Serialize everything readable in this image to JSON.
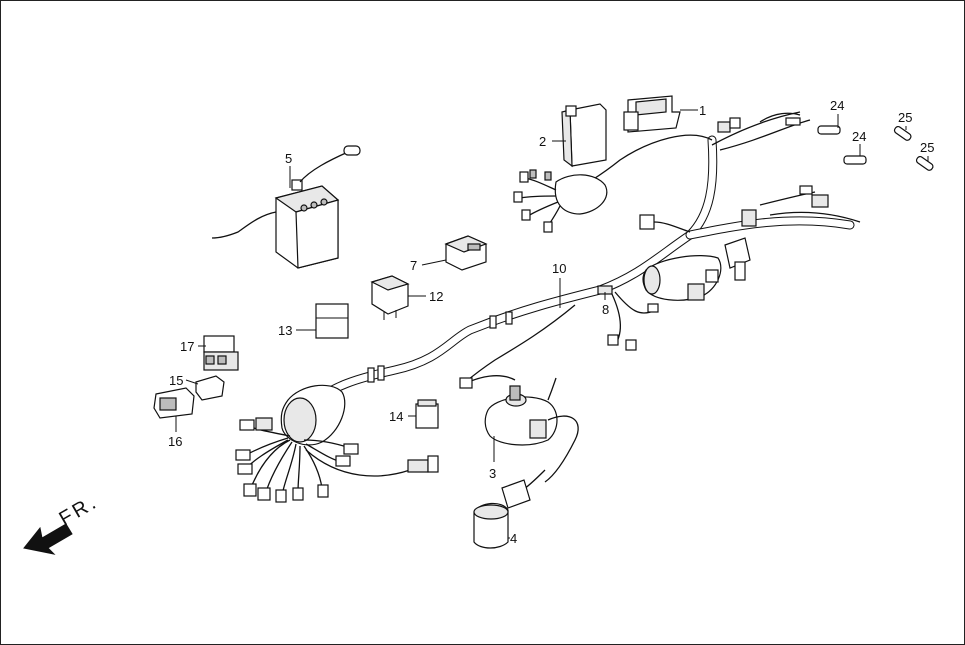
{
  "diagram": {
    "direction_label": "FR.",
    "callouts": {
      "c1": "1",
      "c2": "2",
      "c3": "3",
      "c4": "4",
      "c5": "5",
      "c7": "7",
      "c8": "8",
      "c10": "10",
      "c12": "12",
      "c13": "13",
      "c14": "14",
      "c15": "15",
      "c16": "16",
      "c17": "17",
      "c24a": "24",
      "c24b": "24",
      "c25a": "25",
      "c25b": "25"
    }
  }
}
